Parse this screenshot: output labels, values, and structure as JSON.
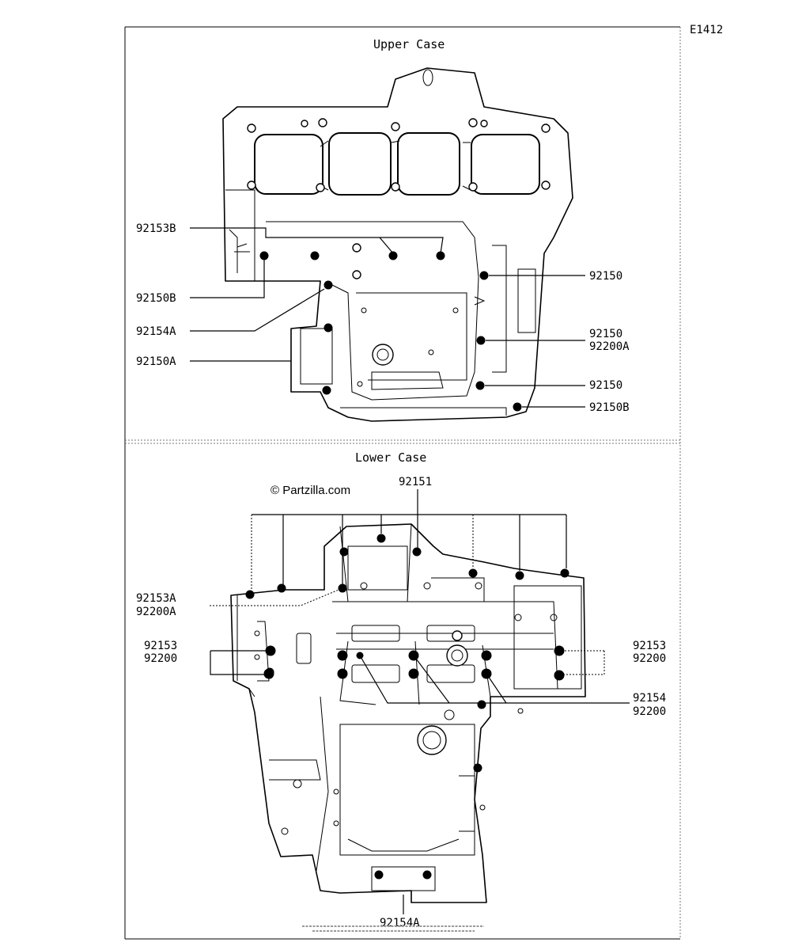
{
  "diagram_code": "E1412",
  "upper_case": {
    "title": "Upper Case",
    "labels": [
      "92153B",
      "92150B",
      "92154A",
      "92150A",
      "92150",
      "92150",
      "92200A",
      "92150",
      "92150B"
    ]
  },
  "lower_case": {
    "title": "Lower Case",
    "watermark": "© Partzilla.com",
    "labels": [
      "92151",
      "92153A",
      "92200A",
      "92153",
      "92200",
      "92153",
      "92200",
      "92154",
      "92200",
      "92154A"
    ]
  }
}
